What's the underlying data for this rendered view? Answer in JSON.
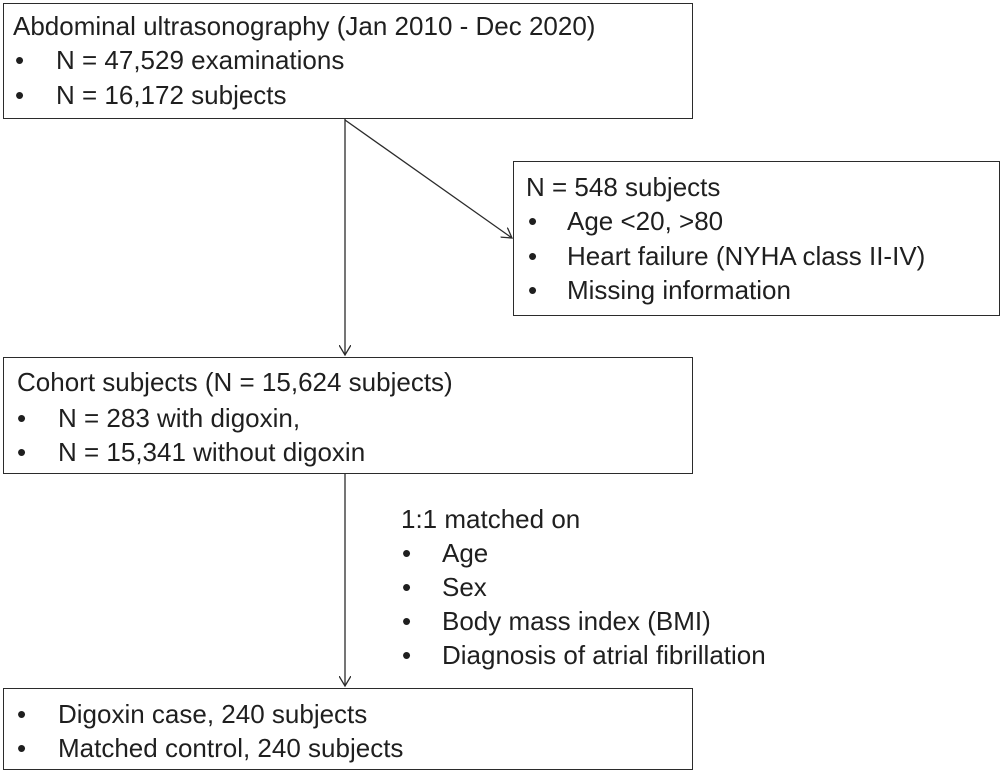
{
  "box1": {
    "title": "Abdominal ultrasonography (Jan 2010 - Dec 2020)",
    "items": [
      "N = 47,529 examinations",
      "N = 16,172 subjects"
    ]
  },
  "exclusion": {
    "title": "N = 548 subjects",
    "items": [
      "Age <20, >80",
      "Heart failure (NYHA class II-IV)",
      "Missing information"
    ]
  },
  "box2": {
    "title": "Cohort subjects (N = 15,624 subjects)",
    "items": [
      "N = 283 with digoxin,",
      "N = 15,341 without digoxin"
    ]
  },
  "matching": {
    "title": "1:1 matched on",
    "items": [
      "Age",
      "Sex",
      "Body mass index (BMI)",
      "Diagnosis of atrial fibrillation"
    ]
  },
  "box3": {
    "items": [
      "Digoxin case, 240 subjects",
      "Matched control, 240 subjects"
    ]
  },
  "bullet_char": "•"
}
